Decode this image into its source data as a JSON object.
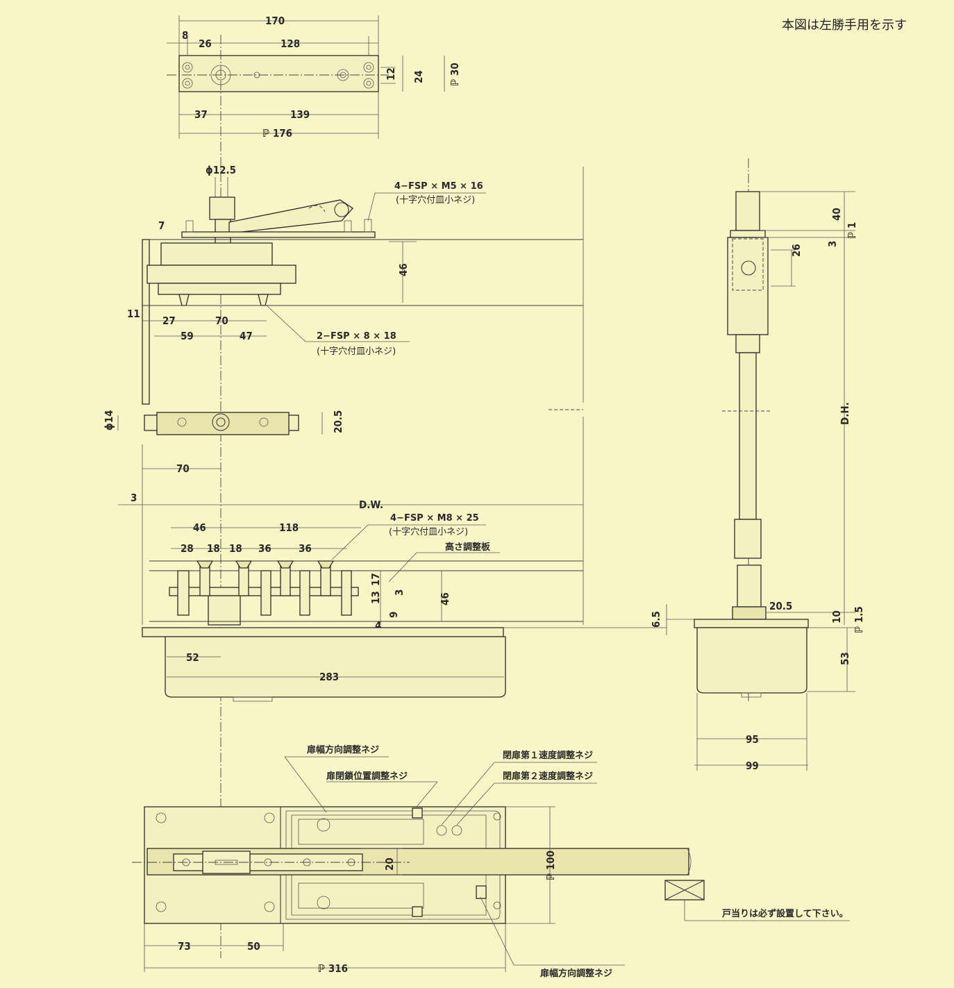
{
  "title_note": "本図は左勝手用を示す",
  "top_plate": {
    "d170": "170",
    "d8": "8",
    "d26": "26",
    "d128": "128",
    "d12": "12",
    "d24": "24",
    "d30": "ℙ 30",
    "d37": "37",
    "d139": "139",
    "d176": "ℙ 176"
  },
  "arm": {
    "phi": "ϕ12.5",
    "screw_top": "4−FSP × M5 × 16",
    "screw_top_sub": "(十字穴付皿小ネジ)",
    "d7": "7",
    "d46": "46",
    "d11": "11",
    "d27": "27",
    "d70": "70",
    "d59": "59",
    "d47": "47",
    "screw_mid": "2−FSP × 8 × 18",
    "screw_mid_sub": "(十字穴付皿小ネジ)"
  },
  "pivot": {
    "phi14": "ϕ14",
    "d205": "20.5",
    "d70": "70"
  },
  "door": {
    "d3": "3",
    "dw": "D.W."
  },
  "bottom_bracket": {
    "screw": "4−FSP × M8 × 25",
    "screw_sub": "(十字穴付皿小ネジ)",
    "shim": "高さ調整板",
    "d46": "46",
    "d118": "118",
    "d28": "28",
    "d18a": "18",
    "d18b": "18",
    "d36a": "36",
    "d36b": "36",
    "d17": "17",
    "d3": "3",
    "d13": "13",
    "d9": "9",
    "d4": "4",
    "d46v": "46"
  },
  "closer_front": {
    "d52": "52",
    "d283": "283"
  },
  "side": {
    "d40": "40",
    "d1": "ℙ 1",
    "d3": "3",
    "d26": "26",
    "dh": "D.H.",
    "d205": "20.5",
    "d10": "10",
    "d15": "ℙ 1.5",
    "d65": "6.5",
    "d53": "53",
    "d95": "95",
    "d99": "99"
  },
  "plan": {
    "label_width_top": "扉幅方向調整ネジ",
    "label_latch": "扉閉鎖位置調整ネジ",
    "label_speed1": "閉扉第１速度調整ネジ",
    "label_speed2": "閉扉第２速度調整ネジ",
    "label_width_bottom": "扉幅方向調整ネジ",
    "d20": "20",
    "d100": "ℙ 100",
    "d73": "73",
    "d50": "50",
    "d316": "ℙ 316",
    "stop_note": "戸当りは必ず設置して下さい。"
  }
}
